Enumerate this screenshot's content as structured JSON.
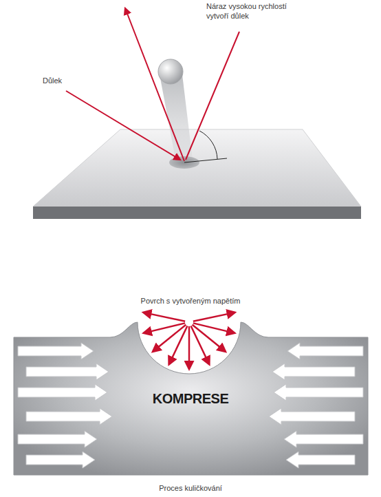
{
  "diagram": {
    "caption": "Proces kuličkování",
    "labels": [
      "Náraz vysokou rychlostí vytvoří důlek",
      "Důlek",
      "Povrch s vytvořeným napětím",
      "KOMPRESE"
    ]
  }
}
